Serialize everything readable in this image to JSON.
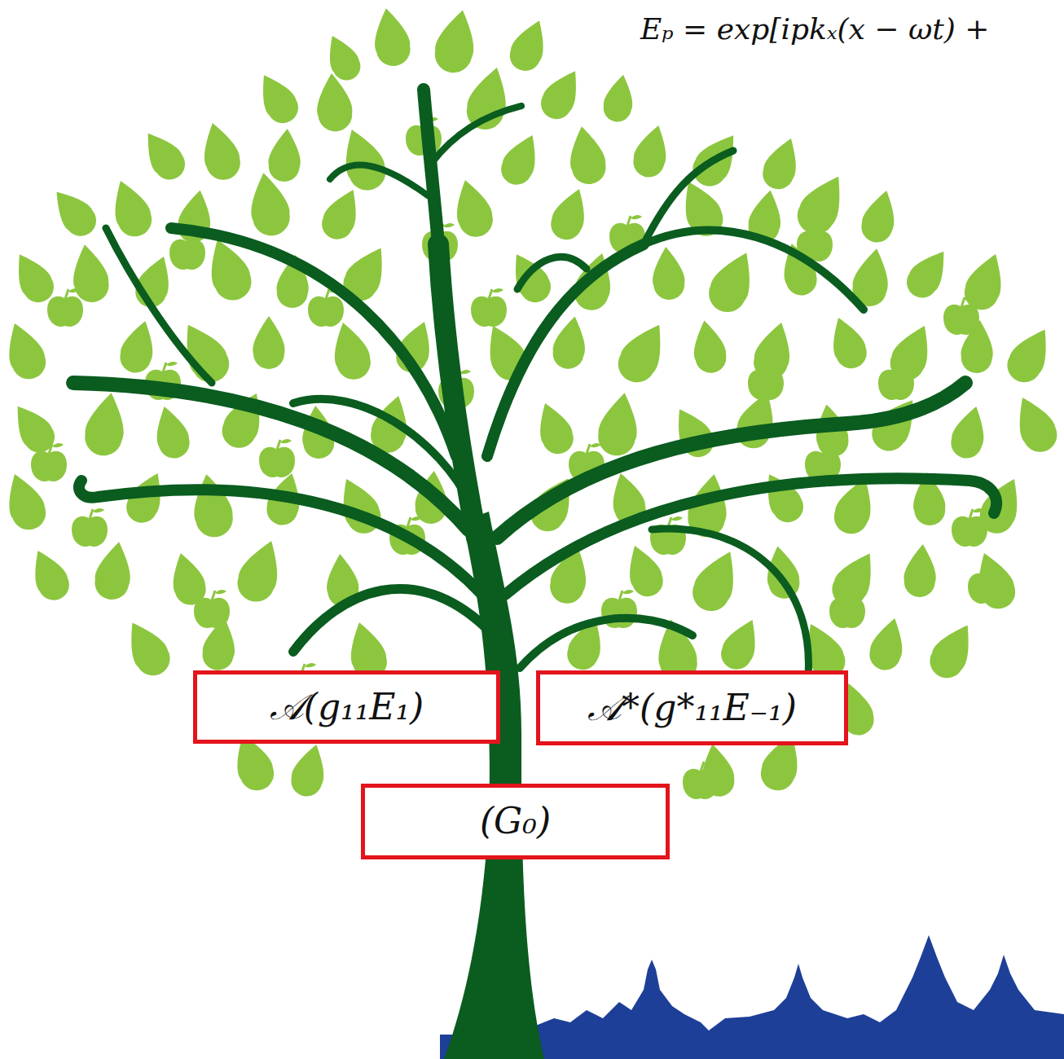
{
  "diagram": {
    "nodes": [
      {
        "text": [
          "𝒜(g₁₁E₁)"
        ]
      },
      {
        "text": [
          "𝒜*(g*₁₁E₋₁)"
        ]
      },
      {
        "text": [
          "(G₀)"
        ]
      }
    ],
    "labels": [
      "Eₚ = exp[ipkₓ(x − ωt) +"
    ]
  }
}
